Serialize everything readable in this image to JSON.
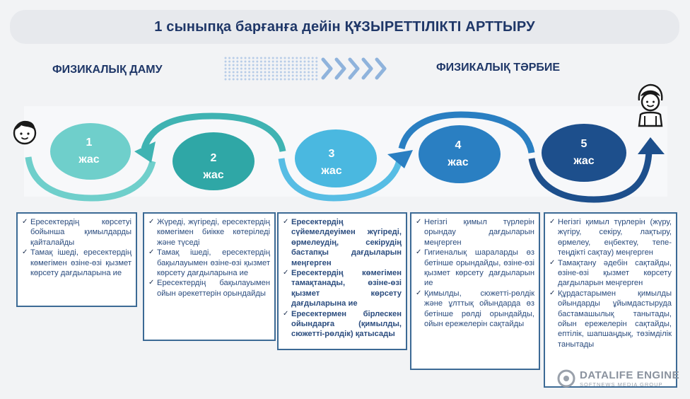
{
  "title": "1 сыныпқа барғанға дейін ҚҰЗЫРЕТТІЛІКТІ АРТТЫРУ",
  "headings": {
    "left": "ФИЗИКАЛЫҚ ДАМУ",
    "right": "ФИЗИКАЛЫҚ ТӘРБИЕ"
  },
  "stages": [
    {
      "num": "1",
      "unit": "жас",
      "color": "#6fcfcb"
    },
    {
      "num": "2",
      "unit": "жас",
      "color": "#2fa7a6"
    },
    {
      "num": "3",
      "unit": "жас",
      "color": "#4ab8e0"
    },
    {
      "num": "4",
      "unit": "жас",
      "color": "#2a7fc2"
    },
    {
      "num": "5",
      "unit": "жас",
      "color": "#1d4f8c"
    }
  ],
  "boxes": [
    {
      "items": [
        "Ересектердің көрсетуі бойынша қимылдарды қайталайды",
        "Тамақ ішеді, ересектердің көмегімен өзіне-өзі қызмет көрсету дағдыларына ие"
      ]
    },
    {
      "items": [
        "Жүреді, жүгіреді, ересектердің көмегімен биікке көтеріледі және түседі",
        "Тамақ ішеді, ересектердің бақылауымен өзіне-өзі қызмет көрсету дағдыларына ие",
        "Ересектердің бақылауымен ойын әрекеттерін орындайды"
      ]
    },
    {
      "items": [
        "Ересектердің сүйемелдеуімен жүгіреді, өрмелеудің, секірудің бастапқы дағдыларын меңгерген",
        "Ересектердің көмегімен тамақтанады, өзіне-өзі қызмет көрсету дағдыларына ие",
        "Ересектермен бірлескен ойындарға (қимылды, сюжетті-рөлдік) қатысады"
      ]
    },
    {
      "items": [
        "Негізгі қимыл түрлерін орындау дағдыларын меңгерген",
        "Гигиеналық шараларды өз бетінше орындайды, өзіне-өзі қызмет көрсету дағдыларын ие",
        "Қимылды, сюжетті-рөлдік және ұлттық ойындарда өз бетінше рөлді орындайды, ойын ережелерін сақтайды"
      ]
    },
    {
      "items": [
        "Негізгі қимыл түрлерін (жүру, жүгіру, секіру, лақтыру, өрмелеу, еңбектеу, тепе-теңдікті сақтау) меңгерген",
        "Тамақтану әдебін сақтайды, өзіне-өзі қызмет көрсету дағдыларын меңгерген",
        "Құрдастарымен қимылды ойындарды ұйымдастыруда бастамашылық танытады, ойын ережелерін сақтайды, ептілік, шапшаңдық, төзімділік танытады"
      ]
    }
  ],
  "watermark": {
    "main": "DATALIFE ENGINE",
    "sub": "SOFTNEWS MEDIA GROUP"
  },
  "colors": {
    "title": "#1f3768",
    "box_border": "#3c6a95",
    "box_text": "#2b4c7e",
    "chevron": "#8fb3dc"
  },
  "icons": [
    "boy-face-icon",
    "girl-face-icon",
    "checkmark-icon",
    "chevron-right-icon",
    "arrow-arc-icon"
  ]
}
